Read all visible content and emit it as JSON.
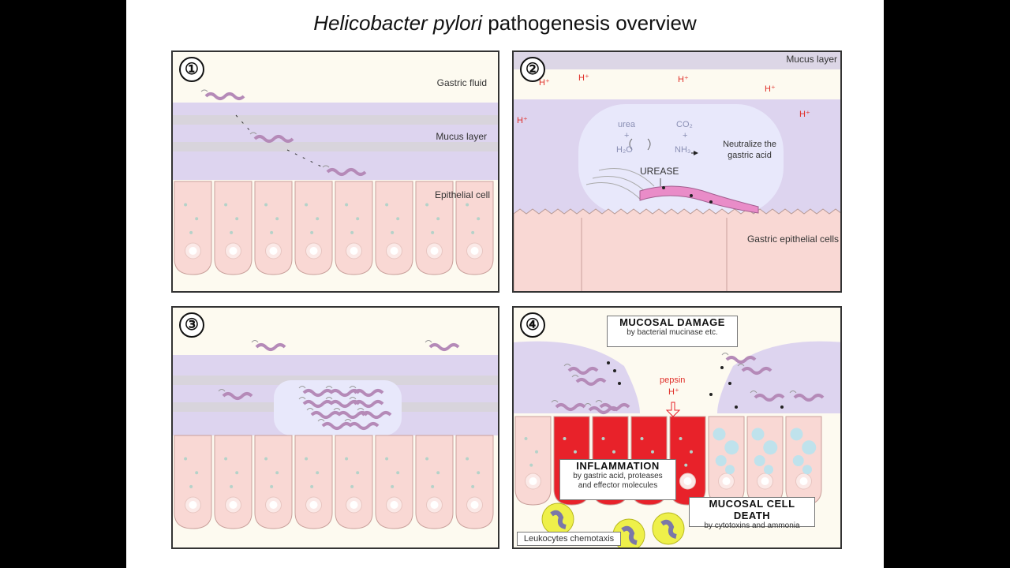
{
  "title": {
    "italic": "Helicobacter pylori",
    "rest": " pathogenesis overview"
  },
  "panel1": {
    "number": "①",
    "labels": {
      "gastric_fluid": "Gastric fluid",
      "mucus_layer": "Mucus layer",
      "epithelial_cell": "Epithelial cell"
    }
  },
  "panel2": {
    "number": "②",
    "labels": {
      "mucus_layer": "Mucus layer",
      "urea": "urea",
      "h2o": "H₂O",
      "co2": "CO₂",
      "nh3": "NH₃",
      "plus": "+",
      "neutralize": "Neutralize the gastric acid",
      "urease": "UREASE",
      "gastric_epithelial": "Gastric epithelial cells"
    },
    "proton": "H⁺"
  },
  "panel3": {
    "number": "③"
  },
  "panel4": {
    "number": "④",
    "mucosal_damage": {
      "heading": "MUCOSAL DAMAGE",
      "sub": "by bacterial mucinase etc."
    },
    "pepsin": "pepsin",
    "proton": "H⁺",
    "inflammation": {
      "heading": "INFLAMMATION",
      "sub1": "by gastric acid, proteases",
      "sub2": "and effector molecules"
    },
    "cell_death": {
      "heading": "MUCOSAL CELL DEATH",
      "sub": "by cytotoxins and ammonia"
    },
    "leukocytes": "Leukocytes chemotaxis"
  },
  "colors": {
    "mucus": "#dcd3ef",
    "mucus_band": "#d7d2de",
    "cell": "#f9d8d4",
    "cell_border": "#c9a09b",
    "bacteria": "#e08cc8",
    "bacteria_pale": "#b58ab8",
    "inflamed": "#e8222a",
    "dead_vacuole": "#bfe2ec",
    "leukocyte": "#eef04a",
    "proton": "#e0302a"
  }
}
